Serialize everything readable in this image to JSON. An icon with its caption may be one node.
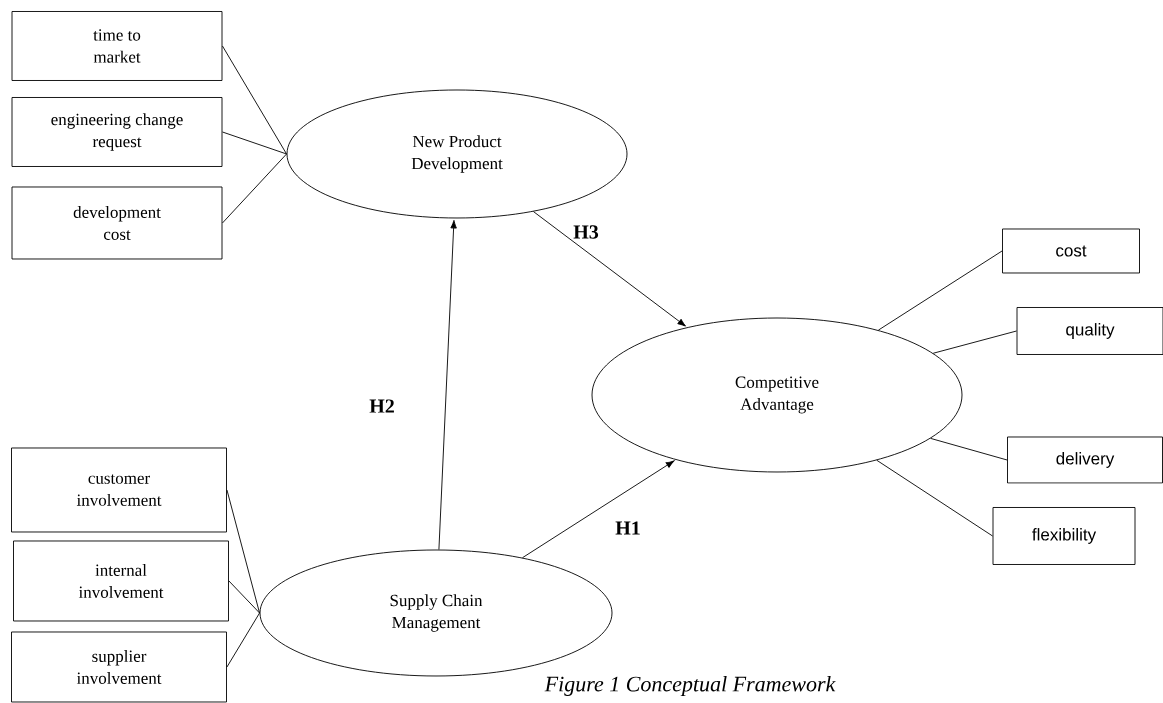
{
  "diagram": {
    "caption": "Figure 1 Conceptual Framework",
    "nodes": [
      {
        "text": [
          "time to market"
        ]
      },
      {
        "text": [
          "engineering change request"
        ]
      },
      {
        "text": [
          "development cost"
        ]
      },
      {
        "text": [
          "New Product Development"
        ]
      },
      {
        "text": [
          "cost"
        ]
      },
      {
        "text": [
          "quality"
        ]
      },
      {
        "text": [
          "delivery"
        ]
      },
      {
        "text": [
          "flexibility"
        ]
      },
      {
        "text": [
          "Competitive Advantage"
        ]
      },
      {
        "text": [
          "customer involvement"
        ]
      },
      {
        "text": [
          "internal involvement"
        ]
      },
      {
        "text": [
          "supplier involvement"
        ]
      },
      {
        "text": [
          "Supply Chain Management"
        ]
      }
    ],
    "edges": [
      {
        "from": 0,
        "to": 3,
        "arrow": "none"
      },
      {
        "from": 1,
        "to": 3,
        "arrow": "none"
      },
      {
        "from": 2,
        "to": 3,
        "arrow": "none"
      },
      {
        "from": 12,
        "to": 3,
        "arrow": "to",
        "label": "H2"
      },
      {
        "from": 3,
        "to": 8,
        "arrow": "to",
        "label": "H3"
      },
      {
        "from": 12,
        "to": 8,
        "arrow": "to",
        "label": "H1"
      },
      {
        "from": 8,
        "to": 4,
        "arrow": "none"
      },
      {
        "from": 8,
        "to": 5,
        "arrow": "none"
      },
      {
        "from": 8,
        "to": 6,
        "arrow": "none"
      },
      {
        "from": 8,
        "to": 7,
        "arrow": "none"
      },
      {
        "from": 9,
        "to": 12,
        "arrow": "none"
      },
      {
        "from": 10,
        "to": 12,
        "arrow": "none"
      },
      {
        "from": 11,
        "to": 12,
        "arrow": "none"
      }
    ]
  }
}
